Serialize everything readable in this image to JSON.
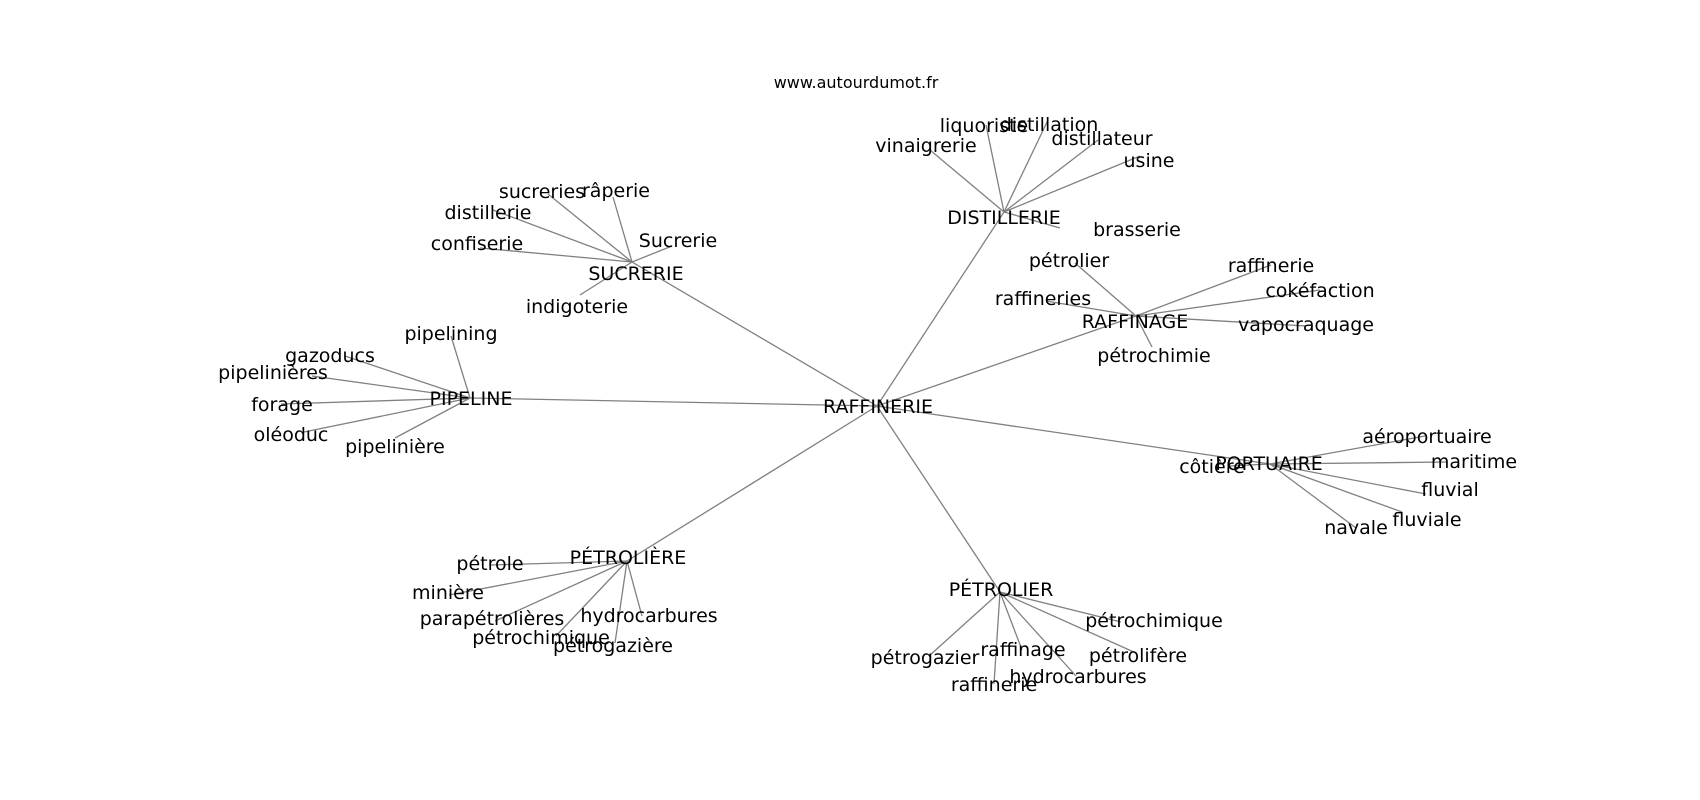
{
  "source": "www.autourdumot.fr",
  "root": "RAFFINERIE",
  "clusters": [
    {
      "label": "SUCRERIE",
      "leaves": [
        "sucreries",
        "râperie",
        "distillerie",
        "confiserie",
        "Sucrerie",
        "indigoterie"
      ]
    },
    {
      "label": "DISTILLERIE",
      "leaves": [
        "liquoriste",
        "distillation",
        "vinaigrerie",
        "distillateur",
        "usine",
        "brasserie"
      ]
    },
    {
      "label": "RAFFINAGE",
      "leaves": [
        "pétrolier",
        "raffinerie",
        "raffineries",
        "cokéfaction",
        "vapocraquage",
        "pétrochimie"
      ]
    },
    {
      "label": "PIPELINE",
      "leaves": [
        "pipelining",
        "gazoducs",
        "pipelinières",
        "forage",
        "oléoduc",
        "pipelinière"
      ]
    },
    {
      "label": "PORTUAIRE",
      "leaves": [
        "aéroportuaire",
        "côtière",
        "maritime",
        "fluvial",
        "fluviale",
        "navale"
      ]
    },
    {
      "label": "PÉTROLIÈRE",
      "leaves": [
        "pétrole",
        "minière",
        "parapétrolières",
        "pétrochimique",
        "hydrocarbures",
        "pétrogazière"
      ]
    },
    {
      "label": "PÉTROLIER",
      "leaves": [
        "pétrochimique",
        "pétrogazier",
        "raffinage",
        "pétrolifère",
        "hydrocarbures",
        "raffinerie"
      ]
    }
  ]
}
